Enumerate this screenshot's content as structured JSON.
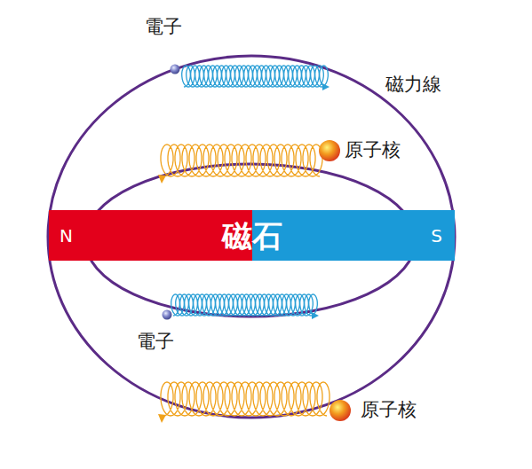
{
  "diagram": {
    "nodes": [
      {
        "text": [
          "N",
          "磁石",
          "S"
        ]
      }
    ],
    "labels": [
      "電子",
      "磁力線",
      "原子核",
      "電子",
      "原子核"
    ]
  }
}
